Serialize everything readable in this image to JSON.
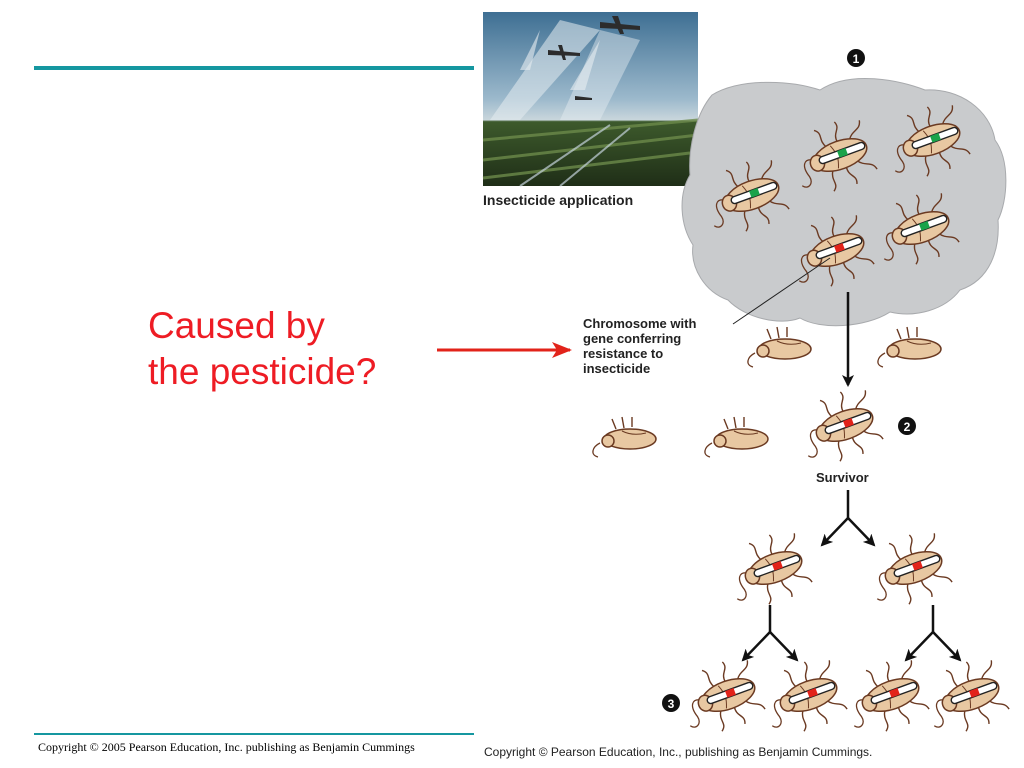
{
  "slide": {
    "question_line1": "Caused by",
    "question_line2": "the pesticide?",
    "footer": "Copyright © 2005 Pearson Education, Inc. publishing as Benjamin Cummings"
  },
  "figure": {
    "photo_caption": "Insecticide application",
    "step_labels": [
      "1",
      "2",
      "3"
    ],
    "chromosome_label": [
      "Chromosome with",
      "gene conferring",
      "resistance to",
      "insecticide"
    ],
    "survivor_label": "Survivor",
    "credit": "Copyright © Pearson Education, Inc., publishing as Benjamin Cummings."
  },
  "colors": {
    "accent_line": "#1597a0",
    "question_text": "#ee1c24",
    "resistance_gene": "#e2231a",
    "susceptible_gene": "#1aa34a",
    "beetle_body": "#e8c8a2"
  }
}
